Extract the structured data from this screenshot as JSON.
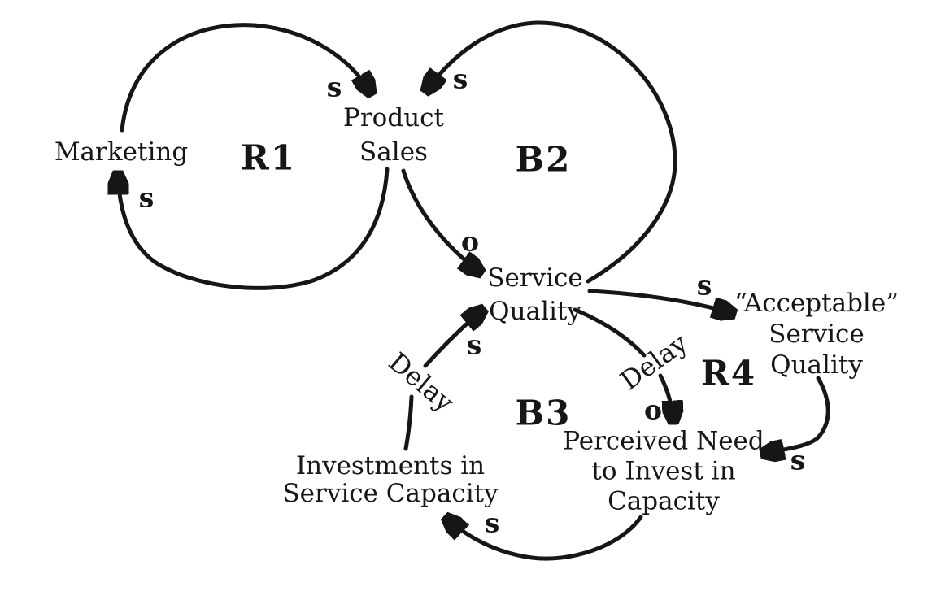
{
  "diagram": {
    "type": "causal-loop-diagram",
    "background": "#ffffff",
    "ink_color": "#161616",
    "nodes": {
      "marketing": {
        "lines": [
          "Marketing"
        ]
      },
      "product_sales": {
        "lines": [
          "Product",
          "Sales"
        ]
      },
      "service_quality": {
        "lines": [
          "Service",
          "Quality"
        ]
      },
      "acceptable_service_quality": {
        "lines": [
          "“Acceptable”",
          "Service",
          "Quality"
        ]
      },
      "perceived_need": {
        "lines": [
          "Perceived Need",
          "to Invest in",
          "Capacity"
        ]
      },
      "investments": {
        "lines": [
          "Investments in",
          "Service Capacity"
        ]
      }
    },
    "loops": {
      "r1": {
        "label": "R1"
      },
      "b2": {
        "label": "B2"
      },
      "b3": {
        "label": "B3"
      },
      "r4": {
        "label": "R4"
      }
    },
    "links": [
      {
        "from": "marketing",
        "to": "product_sales",
        "polarity": "s"
      },
      {
        "from": "product_sales",
        "to": "marketing",
        "polarity": "s"
      },
      {
        "from": "product_sales",
        "to": "service_quality",
        "polarity": "o"
      },
      {
        "from": "service_quality",
        "to": "product_sales",
        "polarity": "s"
      },
      {
        "from": "service_quality",
        "to": "acceptable_service_quality",
        "polarity": "s"
      },
      {
        "from": "service_quality",
        "to": "perceived_need",
        "polarity": "o",
        "delay_label": "Delay"
      },
      {
        "from": "acceptable_service_quality",
        "to": "perceived_need",
        "polarity": "s"
      },
      {
        "from": "perceived_need",
        "to": "investments",
        "polarity": "s"
      },
      {
        "from": "investments",
        "to": "service_quality",
        "polarity": "s",
        "delay_label": "Delay"
      }
    ]
  }
}
